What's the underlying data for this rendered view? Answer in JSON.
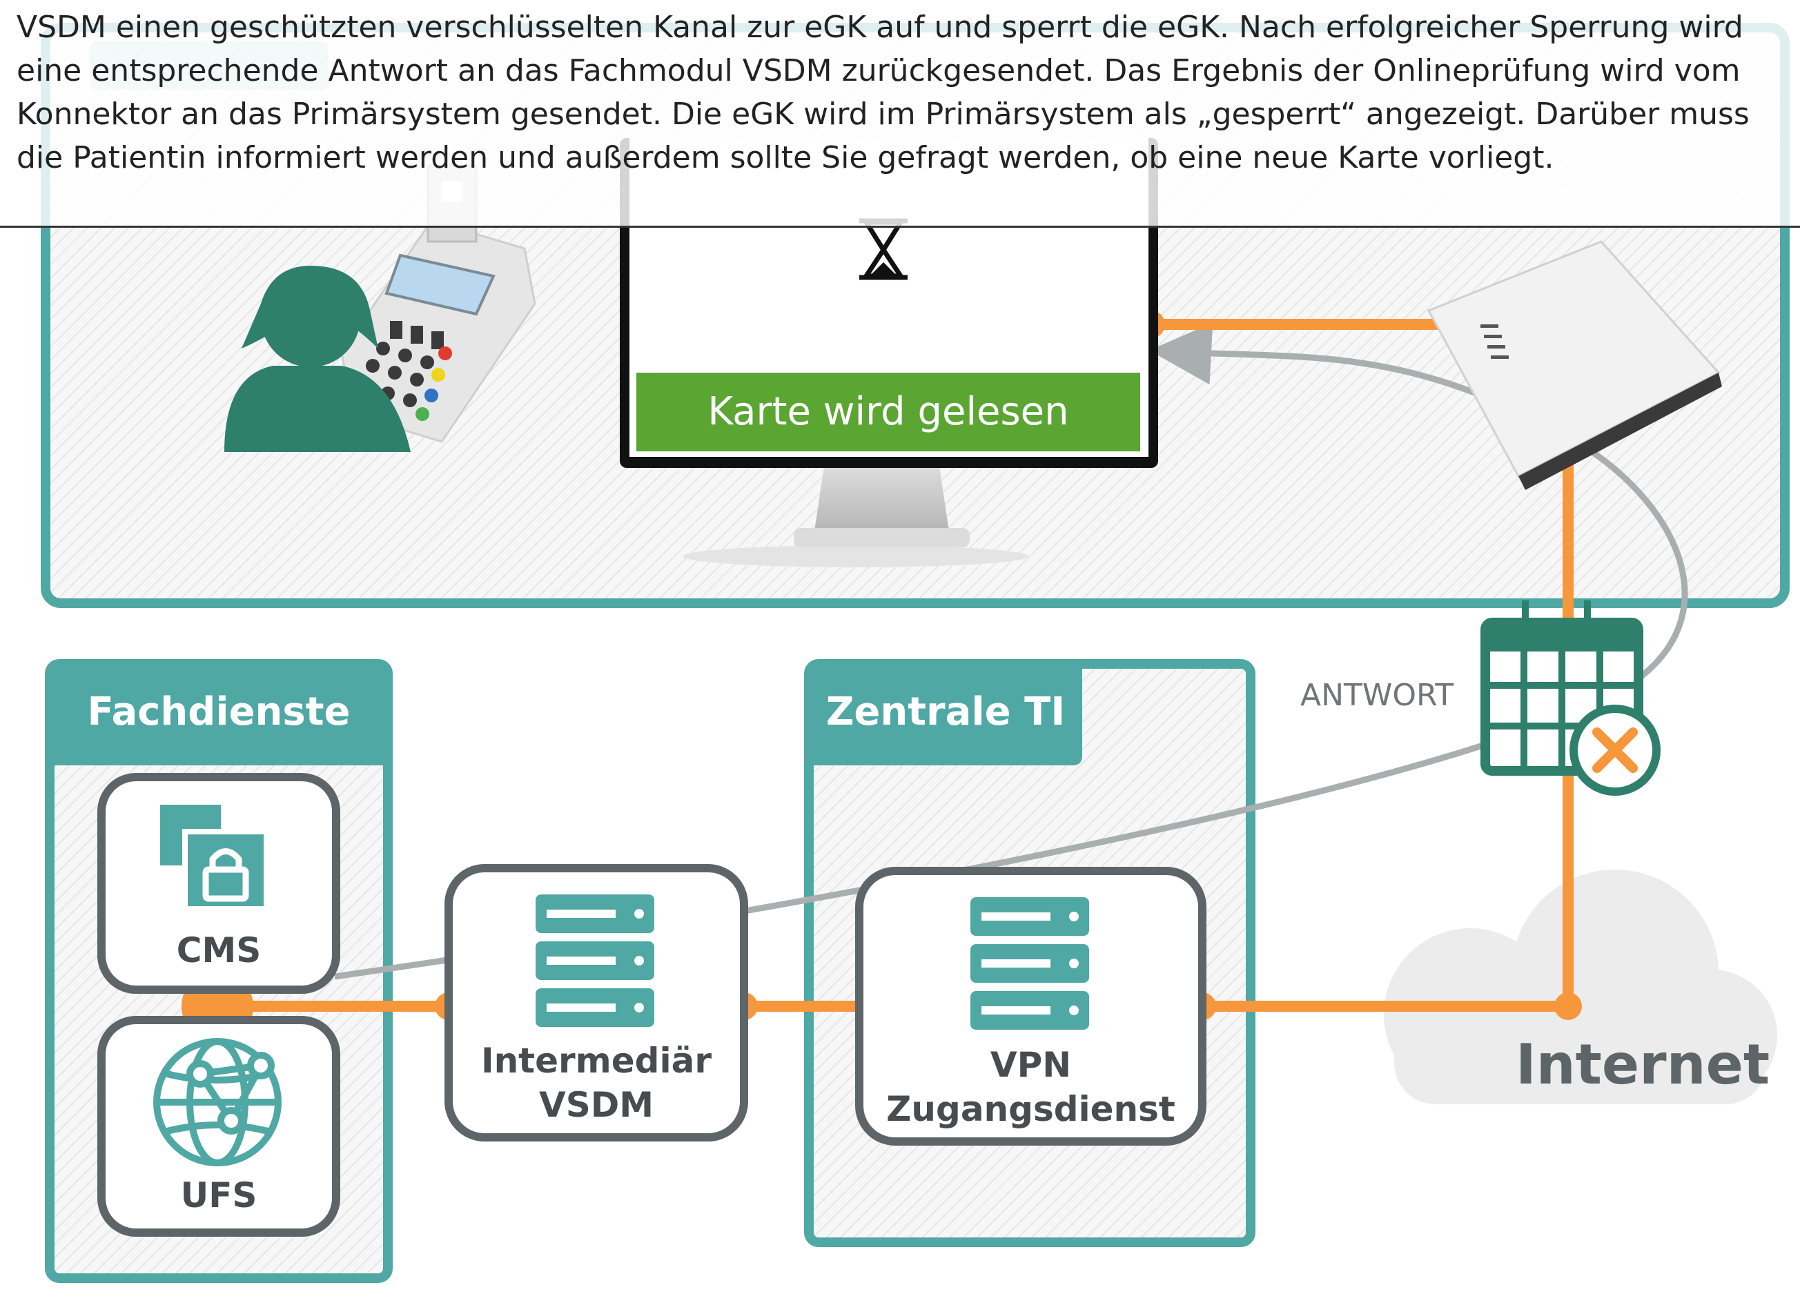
{
  "caption": {
    "line1": "VSDM einen geschützten verschlüsselten Kanal zur eGK auf und sperrt die eGK. Nach erfolgreicher Sperrung wird",
    "line2": "eine entsprechende Antwort an das Fachmodul VSDM zurückgesendet. Das Ergebnis der Onlineprüfung wird vom",
    "line3": "Konnektor an das Primärsystem gesendet. Die eGK wird im Primärsystem als „gesperrt“ angezeigt. Darüber muss",
    "line4": "die Patientin informiert werden und außerdem sollte Sie gefragt werden, ob eine neue Karte vorliegt."
  },
  "monitor": {
    "status_text": "Karte wird gelesen"
  },
  "groups": {
    "fachdienste": "Fachdienste",
    "zentrale_ti": "Zentrale TI"
  },
  "nodes": {
    "cms": "CMS",
    "ufs": "UFS",
    "intermediaer_line1": "Intermediär",
    "intermediaer_line2": "VSDM",
    "vpn_line1": "VPN",
    "vpn_line2": "Zugangsdienst",
    "internet": "Internet"
  },
  "edge_label": "ANTWORT",
  "colors": {
    "teal": "#4fa8a4",
    "dark_teal": "#2e7f6b",
    "orange": "#f5973a",
    "green": "#5ba633",
    "gray_border": "#5d6568"
  }
}
